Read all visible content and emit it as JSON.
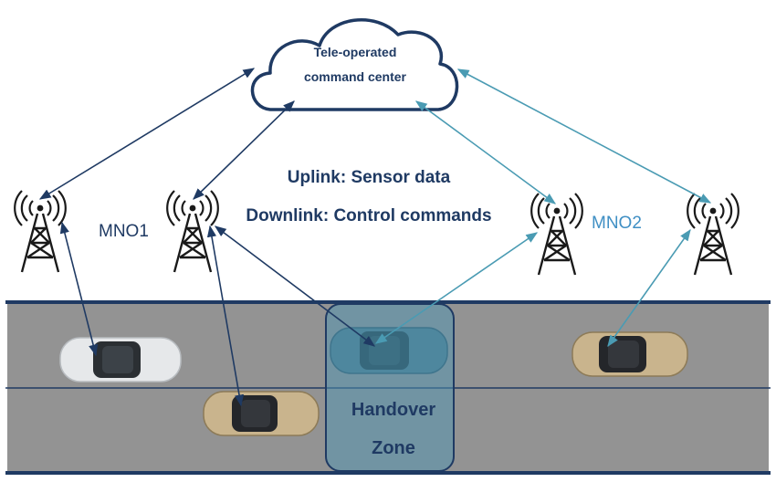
{
  "cloud": {
    "line1": "Tele-operated",
    "line2": "command center"
  },
  "legend": {
    "uplink": "Uplink: Sensor data",
    "downlink": "Downlink: Control commands"
  },
  "operators": {
    "mno1": "MNO1",
    "mno2": "MNO2"
  },
  "zone": {
    "line1": "Handover",
    "line2": "Zone"
  },
  "colors": {
    "dark_navy": "#1f3a63",
    "mno1_link": "#1f3a63",
    "mno2_link": "#4a9bb3",
    "road": "#939393",
    "road_border": "#1f3a63",
    "handover_zone": "#4f95b3",
    "car_white": "#e6e8ea",
    "car_gold": "#c9b48d",
    "car_teal": "#4d7888"
  },
  "icons": {
    "tower": "cell-tower-icon",
    "cloud": "cloud-icon",
    "car": "car-icon"
  }
}
